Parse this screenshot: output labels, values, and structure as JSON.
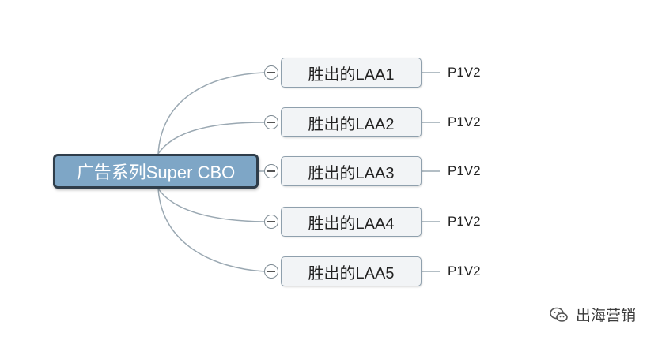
{
  "root": {
    "label": "广告系列Super CBO"
  },
  "children": [
    {
      "label": "胜出的LAA1",
      "leaf": "P1V2"
    },
    {
      "label": "胜出的LAA2",
      "leaf": "P1V2"
    },
    {
      "label": "胜出的LAA3",
      "leaf": "P1V2"
    },
    {
      "label": "胜出的LAA4",
      "leaf": "P1V2"
    },
    {
      "label": "胜出的LAA5",
      "leaf": "P1V2"
    }
  ],
  "watermark": {
    "text": "出海营销",
    "icon": "wechat-icon"
  },
  "colors": {
    "root_fill": "#7ea6c6",
    "root_border": "#2f3d4a",
    "child_fill": "#f2f4f6",
    "connector": "#9aa8b2"
  }
}
